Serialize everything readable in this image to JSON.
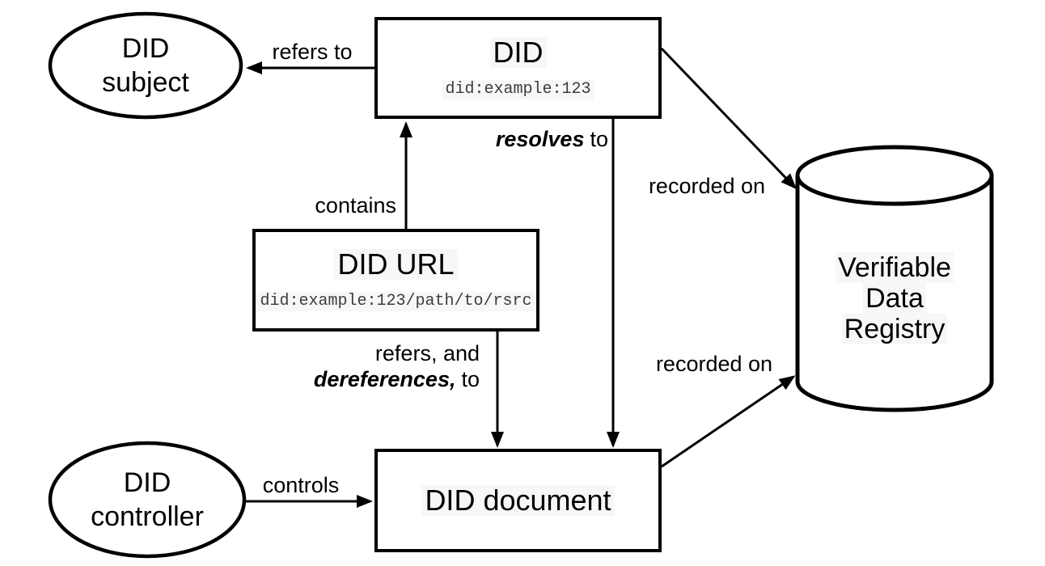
{
  "colors": {
    "stroke": "#000000",
    "node_fill": "#ffffff",
    "code_text": "#3d3d3d",
    "label_highlight": "#f7f7f7"
  },
  "nodes": {
    "did_subject": {
      "line1": "DID",
      "line2": "subject"
    },
    "did_controller": {
      "line1": "DID",
      "line2": "controller"
    },
    "did": {
      "title": "DID",
      "code": "did:example:123"
    },
    "did_url": {
      "title": "DID URL",
      "code": "did:example:123/path/to/rsrc"
    },
    "did_document": {
      "title": "DID document"
    },
    "registry": {
      "line1": "Verifiable",
      "line2": "Data",
      "line3": "Registry"
    }
  },
  "edges": {
    "refers_to": {
      "label": "refers to"
    },
    "contains": {
      "label": "contains"
    },
    "resolves_to": {
      "em": "resolves",
      "rest": "to"
    },
    "dereferences": {
      "line1": "refers, and",
      "em": "dereferences,",
      "rest": "to"
    },
    "recorded_on_top": {
      "label": "recorded on"
    },
    "recorded_on_bottom": {
      "label": "recorded on"
    },
    "controls": {
      "label": "controls"
    }
  }
}
